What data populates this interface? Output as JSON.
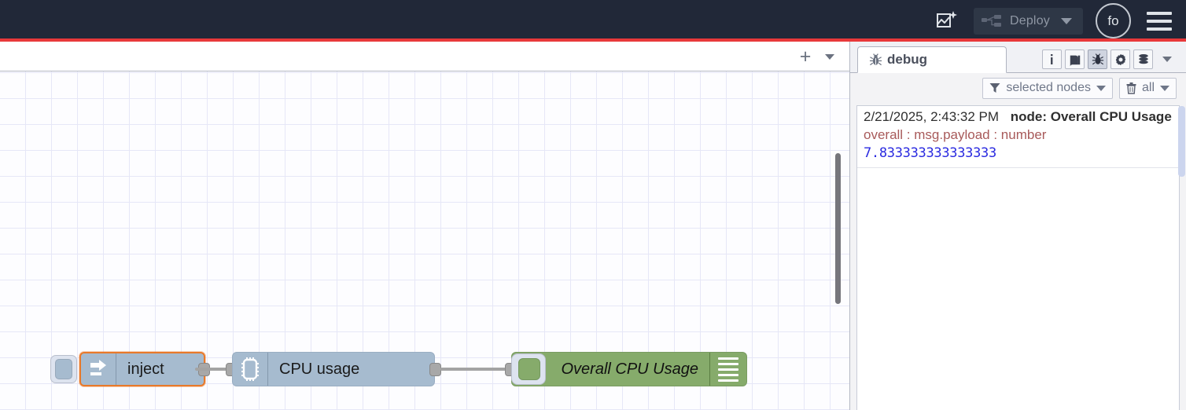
{
  "header": {
    "flow_icon_name": "flow-diagram-sparkle-icon",
    "deploy": {
      "label": "Deploy",
      "icon": "deploy-node-icon",
      "enabled": false
    },
    "avatar_initials": "fo",
    "menu_icon": "hamburger-menu-icon",
    "bg_color": "#212838",
    "accent_bar_color": "#e8383a"
  },
  "workspace": {
    "tabbar": {
      "add_label": "+",
      "add_icon": "plus-icon",
      "menu_icon": "chevron-down-icon"
    },
    "nodes": [
      {
        "id": "inject",
        "type": "inject",
        "label": "inject",
        "icon": "inject-arrow-icon",
        "color": "#a6bbcf",
        "selected": true,
        "selection_color": "#e8792a",
        "has_button": true
      },
      {
        "id": "cpu-usage",
        "type": "cpu",
        "label": "CPU usage",
        "icon": "microchip-icon",
        "color": "#a6bbcf",
        "selected": false
      },
      {
        "id": "overall-cpu-usage",
        "type": "debug",
        "label": "Overall CPU Usage",
        "icon": "debug-lines-icon",
        "color": "#86ab6b",
        "selected": false,
        "active": true
      }
    ]
  },
  "sidebar": {
    "tab": {
      "label": "debug",
      "icon": "bug-icon"
    },
    "icon_buttons": [
      {
        "name": "info-icon",
        "glyph": "i",
        "active": false
      },
      {
        "name": "help-book-icon",
        "glyph": "book",
        "active": false
      },
      {
        "name": "debug-bug-icon",
        "glyph": "bug",
        "active": true
      },
      {
        "name": "config-gear-icon",
        "glyph": "gear",
        "active": false
      },
      {
        "name": "context-data-icon",
        "glyph": "database",
        "active": false
      }
    ],
    "dropdown_icon": "chevron-down-icon",
    "filters": [
      {
        "name": "filter-selected-nodes",
        "label": "selected nodes",
        "icon": "funnel-icon"
      },
      {
        "name": "clear-messages",
        "label": "all",
        "icon": "trash-icon"
      }
    ],
    "messages": [
      {
        "timestamp": "2/21/2025, 2:43:32 PM",
        "node": "node: Overall CPU Usage",
        "topic": "overall : msg.payload : number",
        "value": "7.833333333333333"
      }
    ]
  }
}
